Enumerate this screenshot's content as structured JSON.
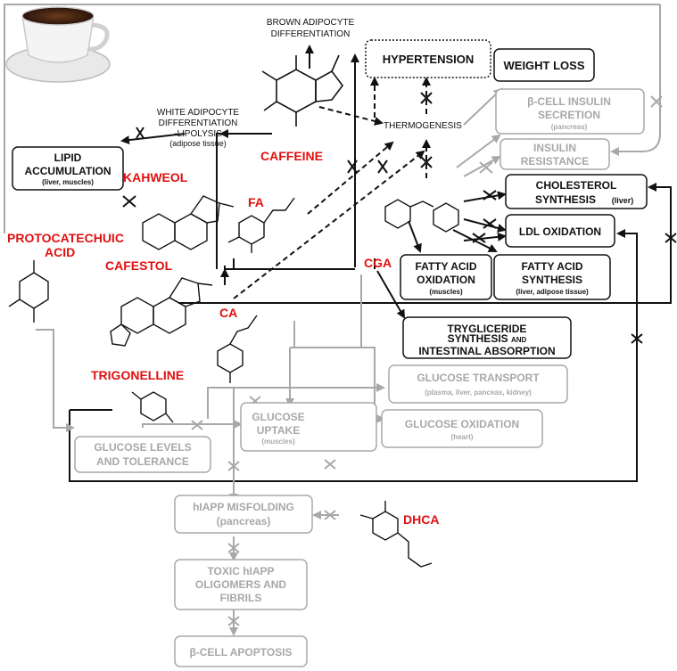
{
  "compounds": {
    "caffeine": "CAFFEINE",
    "kahweol": "KAHWEOL",
    "protocatechuic": [
      "PROTOCATECHUIC",
      "ACID"
    ],
    "cafestol": "CAFESTOL",
    "fa": "FA",
    "cga": "CGA",
    "ca": "CA",
    "trigonelline": "TRIGONELLINE",
    "dhca": "DHCA"
  },
  "labels": {
    "brown": [
      "BROWN ADIPOCYTE",
      "DIFFERENTIATION"
    ],
    "white": [
      "WHITE ADIPOCYTE",
      "DIFFERENTIATION",
      "-LIPOLYSIS",
      "(adipose tissue)"
    ],
    "thermogenesis": "THERMOGENESIS"
  },
  "boxes": {
    "hypertension": "HYPERTENSION",
    "weight_loss": "WEIGHT LOSS",
    "beta_secretion": [
      "β-CELL INSULIN",
      "SECRETION"
    ],
    "beta_secretion_sub": "(pancreas)",
    "insulin_resistance": [
      "INSULIN",
      "RESISTANCE"
    ],
    "cholesterol": [
      "CHOLESTEROL",
      "SYNTHESIS"
    ],
    "cholesterol_sub": "(liver)",
    "ldl": "LDL OXIDATION",
    "lipid": [
      "LIPID",
      "ACCUMULATION"
    ],
    "lipid_sub": "(liver, muscles)",
    "fa_oxidation": [
      "FATTY ACID",
      "OXIDATION"
    ],
    "fa_oxidation_sub": "(muscles)",
    "fa_synthesis": [
      "FATTY ACID",
      "SYNTHESIS"
    ],
    "fa_synthesis_sub": "(liver, adipose tissue)",
    "tryglyceride": [
      "TRYGLICERIDE",
      "SYNTHESIS",
      "AND",
      "INTESTINAL ABSORPTION"
    ],
    "glucose_transport": "GLUCOSE TRANSPORT",
    "glucose_transport_sub": "(plasma, liver, panceas, kidney)",
    "glucose_uptake": [
      "GLUCOSE",
      "UPTAKE"
    ],
    "glucose_uptake_sub": "(muscles)",
    "glucose_oxidation": "GLUCOSE OXIDATION",
    "glucose_oxidation_sub": "(heart)",
    "glucose_levels": [
      "GLUCOSE LEVELS",
      "AND TOLERANCE"
    ],
    "hiapp": [
      "hIAPP MISFOLDING",
      "(pancreas)"
    ],
    "toxic": [
      "TOXIC hIAPP",
      "OLIGOMERS AND",
      "FIBRILS"
    ],
    "apoptosis": "β-CELL APOPTOSIS"
  },
  "colors": {
    "compound": "#e01010",
    "active": "#111111",
    "inactive": "#a8a8a8",
    "coffee": "#3a2012"
  }
}
